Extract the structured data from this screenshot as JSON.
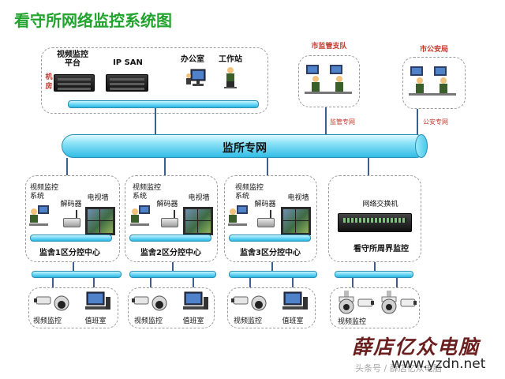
{
  "title": "看守所网络监控系统图",
  "machine_room": {
    "room_label": "机房",
    "video_platform": "视频监控\n平台",
    "ip_san": "IP SAN",
    "office": "办公室",
    "workstation": "工作站"
  },
  "remote": {
    "city_supervision": "市监管支队",
    "city_supervision_net": "监管专网",
    "city_police": "市公安局",
    "city_police_net": "公安专网"
  },
  "backbone_label": "监所专网",
  "zones": [
    {
      "video_system": "视频监控\n系统",
      "decoder": "解码器",
      "tv_wall": "电视墙",
      "center": "监舍1区分控中心"
    },
    {
      "video_system": "视频监控\n系统",
      "decoder": "解码器",
      "tv_wall": "电视墙",
      "center": "监舍2区分控中心"
    },
    {
      "video_system": "视频监控\n系统",
      "decoder": "解码器",
      "tv_wall": "电视墙",
      "center": "监舍3区分控中心"
    }
  ],
  "perimeter": {
    "switch": "网络交换机",
    "center": "看守所周界监控"
  },
  "bottom_units": [
    {
      "camera": "视频监控",
      "duty": "值班室"
    },
    {
      "camera": "视频监控",
      "duty": "值班室"
    },
    {
      "camera": "视频监控",
      "duty": "值班室"
    }
  ],
  "perimeter_camera": "视频监控",
  "watermark": {
    "brand": "薛店亿众电脑",
    "url": "www.yzdn.net",
    "faint": "头条号 / 薛店亿众电脑"
  }
}
